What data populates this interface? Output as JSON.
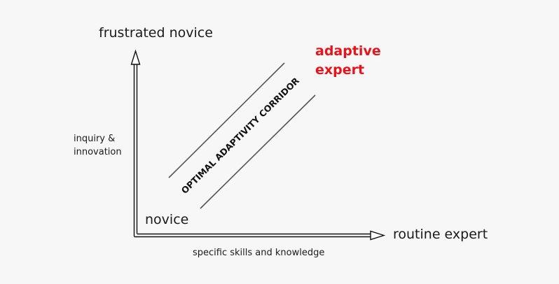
{
  "diagram": {
    "y_axis_top_label": "frustrated novice",
    "y_axis_side_label_line1": "inquiry &",
    "y_axis_side_label_line2": "innovation",
    "x_axis_end_label": "routine expert",
    "x_axis_bottom_label": "specific skills and knowledge",
    "origin_label": "novice",
    "target_label_line1": "adaptive",
    "target_label_line2": "expert",
    "corridor_label": "OPTIMAL ADAPTIVITY CORRIDOR"
  },
  "colors": {
    "background": "#f7f7f7",
    "axis": "#111111",
    "corridor_lines": "#555555",
    "text": "#1a1a1a",
    "accent": "#e8141b"
  }
}
